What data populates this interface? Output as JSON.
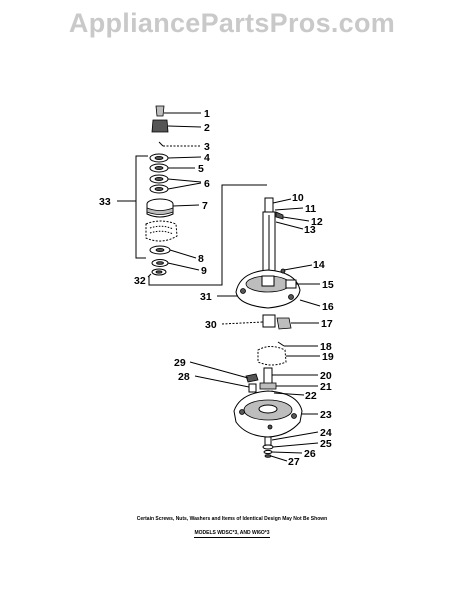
{
  "watermark": "AppliancePartsPros.com",
  "callouts": {
    "c1": "1",
    "c2": "2",
    "c3": "3",
    "c4": "4",
    "c5": "5",
    "c6": "6",
    "c7": "7",
    "c8": "8",
    "c9": "9",
    "c10": "10",
    "c11": "11",
    "c12": "12",
    "c13": "13",
    "c14": "14",
    "c15": "15",
    "c16": "16",
    "c17": "17",
    "c18": "18",
    "c19": "19",
    "c20": "20",
    "c21": "21",
    "c22": "22",
    "c23": "23",
    "c24": "24",
    "c25": "25",
    "c26": "26",
    "c27": "27",
    "c28": "28",
    "c29": "29",
    "c30": "30",
    "c31": "31",
    "c32": "32",
    "c33": "33"
  },
  "footnote": "Certain Screws, Nuts, Washers and Items of Identical Design May Not Be Shown",
  "models": "MODELS WDSC*3, AND WI6O*3"
}
